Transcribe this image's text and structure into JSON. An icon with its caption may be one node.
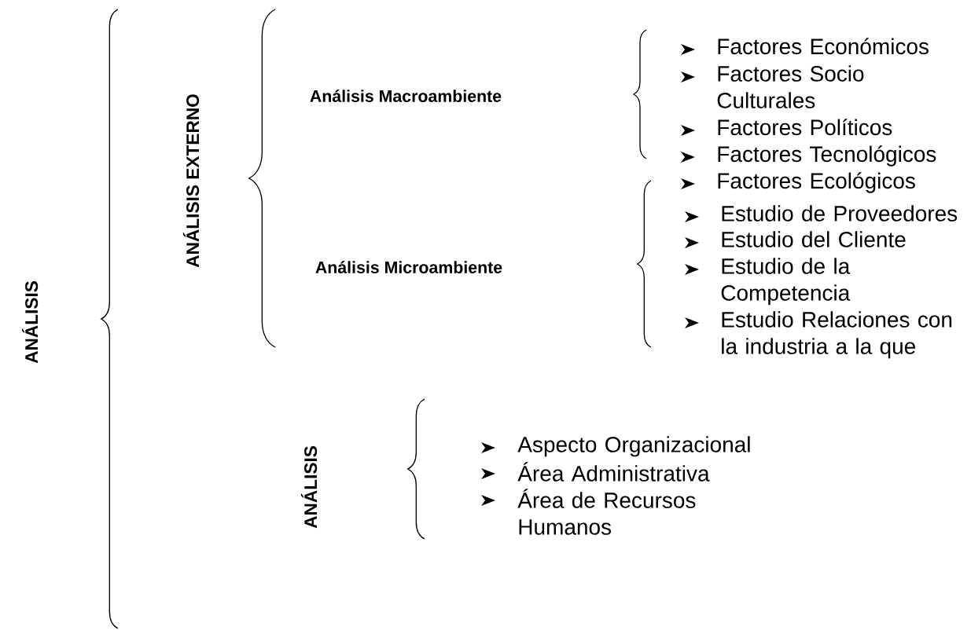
{
  "diagram": {
    "labels": [
      "ANÁLISIS",
      "ANÁLISIS EXTERNO",
      "Análisis Macroambiente",
      "Factores Económicos",
      "Factores Socio Culturales",
      "Factores Políticos",
      "Factores Tecnológicos",
      "Factores Ecológicos",
      "Análisis Microambiente",
      "Estudio de Proveedores",
      "Estudio del Cliente",
      "Estudio de la Competencia",
      "Estudio Relaciones con la industria a la que",
      "ANÁLISIS",
      "Aspecto Organizacional",
      "Área Administrativa",
      "Área de Recursos Humanos"
    ]
  }
}
